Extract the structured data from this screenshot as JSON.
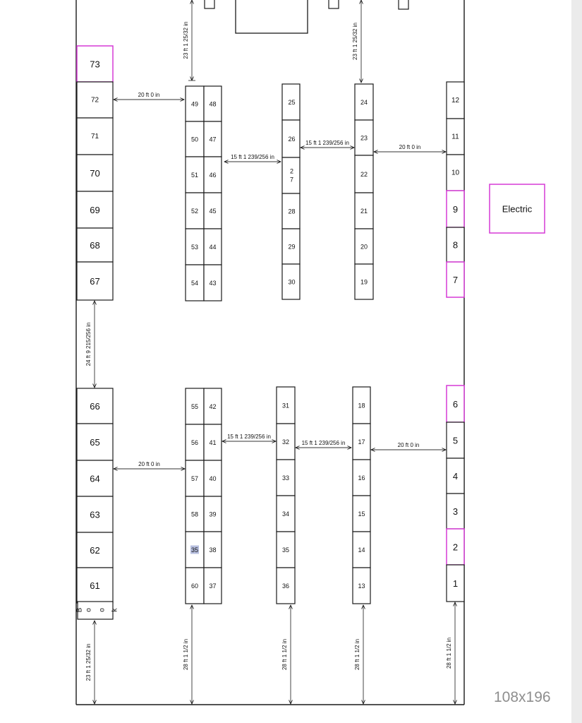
{
  "booths": {
    "col_left": [
      "73",
      "72",
      "71",
      "70",
      "69",
      "68",
      "67",
      "66",
      "65",
      "64",
      "63",
      "62",
      "61"
    ],
    "col_b_left": [
      "49",
      "50",
      "51",
      "52",
      "53",
      "54",
      "55",
      "56",
      "57",
      "58",
      "35",
      "60"
    ],
    "col_b_right": [
      "48",
      "47",
      "46",
      "45",
      "44",
      "43",
      "42",
      "41",
      "40",
      "39",
      "38",
      "37"
    ],
    "col_c_top": [
      "25",
      "26",
      "2\n7",
      "28",
      "29",
      "30"
    ],
    "col_c_bottom": [
      "31",
      "32",
      "33",
      "34",
      "35",
      "36"
    ],
    "col_d_top": [
      "24",
      "23",
      "22",
      "21",
      "20",
      "19"
    ],
    "col_d_bottom": [
      "18",
      "17",
      "16",
      "15",
      "14",
      "13"
    ],
    "col_right": [
      "12",
      "11",
      "10",
      "9",
      "8",
      "7",
      "6",
      "5",
      "4",
      "3",
      "2",
      "1"
    ]
  },
  "highlighted_booth": "35",
  "book_label": "B o o k",
  "electric_label": "Electric",
  "dimensions": {
    "twenty_ft": "20 ft 0 in",
    "fifteen_ft": "15 ft 1 239/256 in",
    "twenty_three_ft": "23 ft 1 25/32 in",
    "twenty_four_ft": "24 ft 9 215/256 in",
    "twenty_eight_ft": "28 ft 1 1/2 in"
  },
  "colors": {
    "border": "#1a1a1a",
    "magenta": "#d63ad6",
    "highlight": "#b7bfdf",
    "background": "#ebebeb",
    "page": "#ffffff"
  },
  "size_label": "108x196"
}
